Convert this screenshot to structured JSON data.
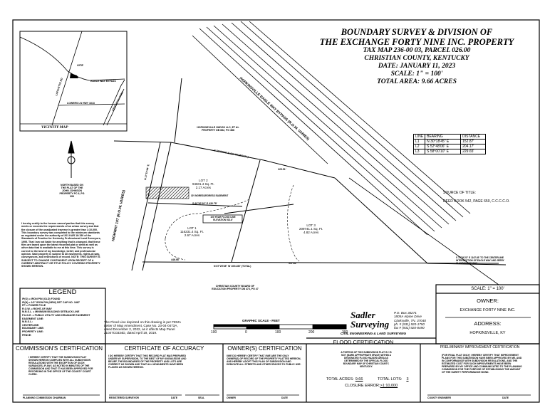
{
  "title": {
    "line1": "BOUNDARY SURVEY & DIVISION OF",
    "line2": "THE EXCHANGE FORTY NINE INC. PROPERTY",
    "tax_map": "TAX MAP 236-00 03, PARCEL 026.00",
    "county": "CHRISTIAN COUNTY, KENTUCKY",
    "date": "DATE: JANUARY 11, 2023",
    "scale": "SCALE: 1\" = 100'",
    "total_area": "TOTAL AREA: 9.66 ACRES"
  },
  "vicinity_map": {
    "label": "VICINITY MAP",
    "site": "SITE",
    "roads": [
      "EAGLE WAY BYPASS",
      "LAFAYETTE RD",
      "LOWERS LN HWY 1613",
      "KENTUCKY PKWY"
    ]
  },
  "north_note": "NORTH BASED ON THE PLAT OF THE JOHN JOHNSON PROPERTY PC 6, PG 399",
  "line_table": {
    "headers": [
      "LINE",
      "BEARING",
      "DISTANCE"
    ],
    "rows": [
      [
        "L1",
        "N 30°18'45\" E",
        "152.87'"
      ],
      [
        "L2",
        "S 52°48'06\" E",
        "204.17'"
      ],
      [
        "L3",
        "S 58°00'10\" E",
        "229.65'"
      ]
    ]
  },
  "source_of_title": {
    "label": "SOURCE OF TITLE:",
    "value": "DEED BOOK 542, PAGE 650, C.C.C.C.O."
  },
  "plan": {
    "road": "HOPKINSVILLE EAGLE WAY BYPASS (R.O.W. VARIES)",
    "highway": "HIGHWAY 107 (R.O.W. VARIES)",
    "adjoiner_north": "HOPKINSVILLE HUDGS LLC, ET AL PROPERTY DB 662, PG 388",
    "adjoiner_south": "CHRISTIAN COUNTY BOARD OF EDUCATION PROPERTY DB 473, PG 47",
    "lot1": {
      "name": "LOT 1",
      "sqft": "116231.4 Sq. Ft.",
      "acres": "2.67 Acres"
    },
    "lot2": {
      "name": "LOT 2",
      "sqft": "94601.4 Sq. Ft.",
      "acres": "2.17 Acres"
    },
    "lot3": {
      "name": "LOT 3",
      "sqft": "209741.1 Sq. Ft.",
      "acres": "4.82 Acres"
    },
    "flood_line": "100 YEAR FLOOD LINE ELEVATION 513.8'",
    "calls": [
      "S 70°09'54\" E 650.98' (TOTAL)",
      "S 60°00'19\" E 430.78'",
      "N 87°25'38\" W 1004.80' (TOTAL)",
      "446.98'",
      "557.82'",
      "225.51'",
      "S 72°54'23\" E 1167.65' TO THE CENTERLINE INTERSECTION OF EAGLE WAY AND JERRY CLAYBOURNE WAY",
      "N 17°57'44\" E"
    ],
    "easement": "30' INGRESS/EGRESS EASEMENT"
  },
  "surveyor_statement": "I hereby certify to the hereon named parties that this survey meets or exceeds the requirements of an urban survey and that the closure of the unadjusted traverse is greater than 1:10,000. This boundary survey was completed to the minimum standards as regulated under the authority of 201 KAR 18:150 of the Standards of Practice for Kentucky Professional Land Surveyors, 1995. That I am not liable for anything that is changed, that these files are based upon the latest recorded plat or deed as well as other data that is available to me at this time. This survey is correct to the best of my knowledge, belief, and professional opinion. Said property is subject to all easements, rights-of-way, conveyances, and restrictions of record. NOTE: THIS SURVEY IS SUBJECT TO CHANGE CONTINGENT UPON RECEIPT OF A CURRENT ABSTRACT OR TITLE POLICY COVERING PROPERTY SHOWN HEREON.",
  "legend": {
    "title": "LEGEND",
    "items": [
      "IP(O) = IRON PIN (OLD) FOUND",
      "IP(N) = 1/2\" IRON PIN (NEW) SET CAP NO. 3487",
      "PP = POWER POLE",
      "R.O.W. = RIGHT-OF-WAY",
      "M.B.S.L. = MINIMUM BUILDING SETBACK LINE",
      "P.U.D.E. = PUBLIC UTILITY AND DRAINAGE EASEMENT",
      "EASEMENT LINE:",
      "M.B.S.L.:",
      "CENTERLINE:",
      "BOUNDARY LINE:",
      "PROPERTY LINE:",
      "FENCE:"
    ]
  },
  "flood_note": "The Flood Line depicted on this drawing is per FEMA Letter of Map Amendment, Case No. 23-04-0473A, dated December 2, 2022, as it affects Map Panel 21047C0334D, dated April 19, 2019.",
  "graphic_scale": {
    "label": "GRAPHIC SCALE - FEET",
    "ticks": [
      "100",
      "0",
      "100",
      "200",
      "300"
    ]
  },
  "company": {
    "name": "Sadler Surveying",
    "tagline": "CIVIL ENGINEERING & LAND SURVEYING",
    "address": [
      "P.O. Box 30271",
      "1805A Alpine Drive",
      "Clarksville, TN. 37040",
      "ph. # (931) 920-1750",
      "fax # (931) 920-8490"
    ]
  },
  "title_block": {
    "scale": "SCALE: 1\" = 100'",
    "owner_label": "OWNER:",
    "owner": "EXCHANGE FORTY NINE INC.",
    "address_label": "ADDRESS:",
    "address": "HOPKINSVILLE, KY"
  },
  "certificates": {
    "commission": {
      "title": "COMMISSION'S CERTIFICATION",
      "text": "I HEREBY CERTIFY THAT THE SUBDIVISION PLAT SHOWN HEREON COMPLIES WITH ALL SUBDIVISION REGULATIONS WITH THE EXCEPTION OF SUCH VARIANCES, IF ANY, AS NOTED IN MINUTES OF THE COMMISSION AND THAT IT HAS BEEN APPROVED FOR RECORDING IN THE OFFICE OF THE COUNTY COURT CLERK.",
      "sign": "PLANNING COMMISSION CHAIRMAN"
    },
    "accuracy": {
      "title": "CERTIFICATE OF ACCURACY",
      "text": "I DO HEREBY CERTIFY THAT THIS RECORD PLAT WAS PREPARED UNDER MY SUPERVISION, TO THE BEST OF MY KNOWLEDGE AND BELIEF, THE BOUNDARIES OF THE PROPERTY AND LOTS ARE CORRECT AS SHOWN AND THAT ALL MONUMENTS HAVE BEEN PLACED AS SHOWN HEREON.",
      "sign": "REGISTERED SURVEYOR",
      "date": "DATE",
      "seal": "SEAL"
    },
    "owner": {
      "title": "OWNER(S) CERTIFICATION",
      "text": "I/WE DO HEREBY CERTIFY THAT I/WE ARE THE ONLY OWNER(S) OF RECORD OF THE PROPERTY PLATTED HEREON, AND HEREBY ADOPT THIS PLAN OF SUBDIVISION AND DEDICATE ALL STREETS AND OTHER SPACES TO PUBLIC USE.",
      "sign": "OWNER",
      "date": "DATE"
    },
    "flood": {
      "title": "FLOOD CERTIFICATION",
      "text": "A PORTION OF THIS SUBDIVISION PLAT IS / IS NOT (MARK APPROPRIATE SPACE) WITHIN A DESIGNATED FLOOD HAZARD AREA AS DETERMINED BY THE OFFICIAL FLOOD BOUNDARY MAP OF CHRISTIAN COUNTY, KENTUCKY.",
      "total_acres_label": "TOTAL ACRES:",
      "total_acres": "9.66",
      "total_lots_label": "TOTAL LOTS:",
      "total_lots": "3",
      "closure_label": "CLOSURE ERROR:",
      "closure": ">1:10,000"
    },
    "preliminary": {
      "title": "PRELIMINARY IMPROVEMENT CERTIFICATION",
      "text": "(FOR FINAL PLAT ONLY) I HEREBY CERTIFY THAT IMPROVEMENT PLANS FOR THIS SUBDIVISION HAVE BEEN APPROVED BY ME, AND IN CONFORMANCE WITH SUBDIVISION REGULATIONS, AND THE ESTIMATED COST FOR SUCH IMPROVEMENTS HAVE BEEN PREPARED BY MY OFFICE AND COMMUNICATED TO THE PLANNING COMMISSION FOR THE PURPOSE OF ESTABLISHING THE AMOUNT OF THE SURETY PERFORMANCE BOND.",
      "sign": "COUNTY ENGINEER",
      "date": "DATE"
    }
  }
}
